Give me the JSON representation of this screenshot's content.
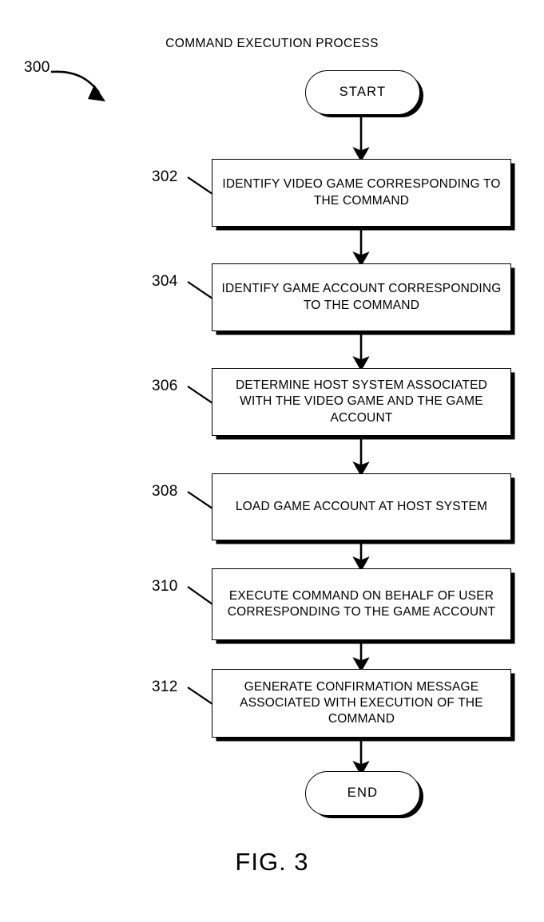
{
  "figure": {
    "title": "COMMAND EXECUTION PROCESS",
    "caption": "FIG. 3",
    "process_ref": "300"
  },
  "chart_data": {
    "type": "flowchart",
    "title": "COMMAND EXECUTION PROCESS",
    "orientation": "top-to-bottom",
    "nodes": [
      {
        "id": "start",
        "ref": "",
        "shape": "terminator",
        "text": "START"
      },
      {
        "id": "s302",
        "ref": "302",
        "shape": "process",
        "text": "IDENTIFY VIDEO GAME CORRESPONDING TO THE COMMAND"
      },
      {
        "id": "s304",
        "ref": "304",
        "shape": "process",
        "text": "IDENTIFY GAME ACCOUNT CORRESPONDING TO THE COMMAND"
      },
      {
        "id": "s306",
        "ref": "306",
        "shape": "process",
        "text": "DETERMINE HOST SYSTEM ASSOCIATED WITH THE VIDEO GAME AND THE GAME ACCOUNT"
      },
      {
        "id": "s308",
        "ref": "308",
        "shape": "process",
        "text": "LOAD GAME ACCOUNT AT HOST SYSTEM"
      },
      {
        "id": "s310",
        "ref": "310",
        "shape": "process",
        "text": "EXECUTE COMMAND ON BEHALF OF USER CORRESPONDING TO THE GAME ACCOUNT"
      },
      {
        "id": "s312",
        "ref": "312",
        "shape": "process",
        "text": "GENERATE CONFIRMATION MESSAGE ASSOCIATED WITH EXECUTION OF THE COMMAND"
      },
      {
        "id": "end",
        "ref": "",
        "shape": "terminator",
        "text": "END"
      }
    ],
    "edges": [
      {
        "from": "start",
        "to": "s302"
      },
      {
        "from": "s302",
        "to": "s304"
      },
      {
        "from": "s304",
        "to": "s306"
      },
      {
        "from": "s306",
        "to": "s308"
      },
      {
        "from": "s308",
        "to": "s310"
      },
      {
        "from": "s310",
        "to": "s312"
      },
      {
        "from": "s312",
        "to": "end"
      }
    ],
    "colors": {
      "stroke": "#000000",
      "fill": "#ffffff",
      "background": "#ffffff"
    }
  }
}
